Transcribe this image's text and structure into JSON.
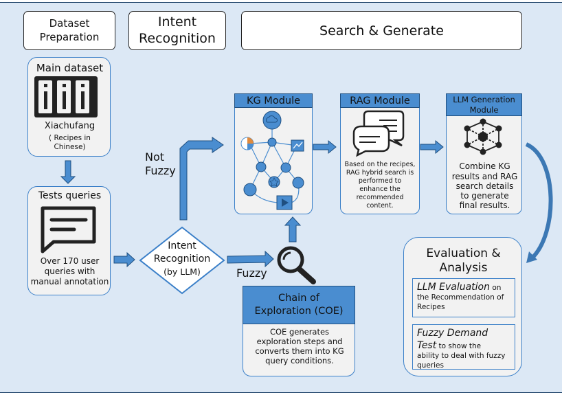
{
  "headers": {
    "dataset_preparation": [
      "Dataset",
      "Preparation"
    ],
    "intent_recognition": [
      "Intent",
      "Recognition"
    ],
    "search_generate": "Search & Generate"
  },
  "main_dataset": {
    "title": "Main dataset",
    "name": "Xiachufang",
    "note": [
      "( Recipes in",
      "Chinese)"
    ]
  },
  "tests_queries": {
    "title": "Tests queries",
    "desc": [
      "Over 170 user",
      "queries with",
      "manual annotation"
    ]
  },
  "intent_diamond": [
    "Intent",
    "Recognition",
    "(by LLM)"
  ],
  "labels": {
    "not_fuzzy": [
      "Not",
      "Fuzzy"
    ],
    "fuzzy": "Fuzzy"
  },
  "kg_module": {
    "title": "KG Module"
  },
  "rag_module": {
    "title": "RAG Module",
    "desc": [
      "Based on the recipes,",
      "RAG hybrid search is",
      "performed to",
      "enhance the",
      "recommended",
      "content."
    ]
  },
  "llm_module": {
    "title": [
      "LLM Generation",
      "Module"
    ],
    "desc": [
      "Combine KG",
      "results and RAG",
      "search details",
      "to generate",
      "final results."
    ]
  },
  "coe": {
    "title": [
      "Chain of",
      "Exploration (COE)"
    ],
    "desc": [
      "COE generates",
      "exploration steps and",
      "converts them into KG",
      "query conditions."
    ]
  },
  "evaluation": {
    "title": [
      "Evaluation &",
      "Analysis"
    ],
    "llm_eval": {
      "italic": "LLM Evaluation",
      "rest_1": " on",
      "rest_2": "the Recommendation of",
      "rest_3": "Recipes"
    },
    "fuzzy_test": {
      "italic_1": "Fuzzy Demand",
      "italic_2": "Test",
      "rest_1": " to show the",
      "rest_2": "ability to deal with fuzzy",
      "rest_3": "queries"
    }
  },
  "icons": [
    "server-rack-icon",
    "chat-message-icon",
    "magnifier-icon",
    "knowledge-graph-icon",
    "speech-bubbles-icon",
    "neural-network-icon"
  ],
  "colors": {
    "background": "#dce8f5",
    "accent": "#4a8dd0",
    "border": "#3a7fc8",
    "card": "#f2f2f2"
  }
}
